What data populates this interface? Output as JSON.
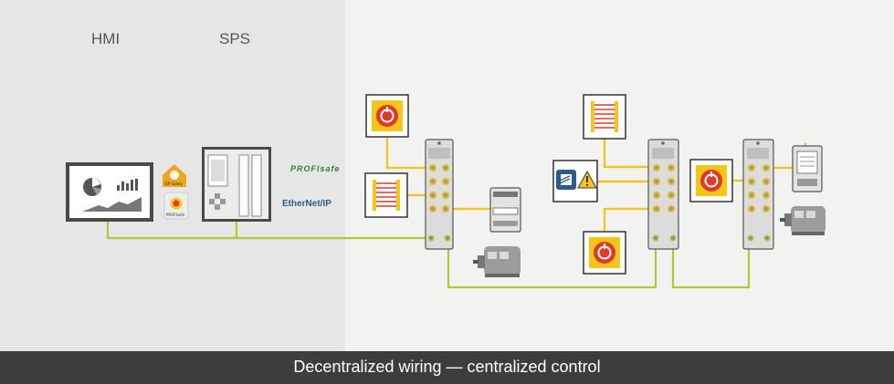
{
  "labels": {
    "hmi": "HMI",
    "sps": "SPS"
  },
  "protocols": {
    "profisafe": "PROFIsafe",
    "ethernetip": "EtherNet/IP"
  },
  "badges": {
    "sip_safety": "SIP Safety",
    "profisafe_small": "PROFIsafe"
  },
  "caption": "Decentralized wiring — centralized control",
  "icons": [
    "hmi-monitor-icon",
    "plc-icon",
    "emergency-stop-icon",
    "light-curtain-icon",
    "motor-icon",
    "frequency-inverter-icon",
    "safety-warning-icon"
  ],
  "colors": {
    "left_panel": "#e6e6e6",
    "right_panel": "#f2f2f0",
    "signal_line": "#f2c319",
    "bus_line": "#a9cd3a",
    "caption_bar": "#3d3d3d",
    "estop_red": "#e03a2b",
    "estop_yellow": "#f5c518"
  }
}
